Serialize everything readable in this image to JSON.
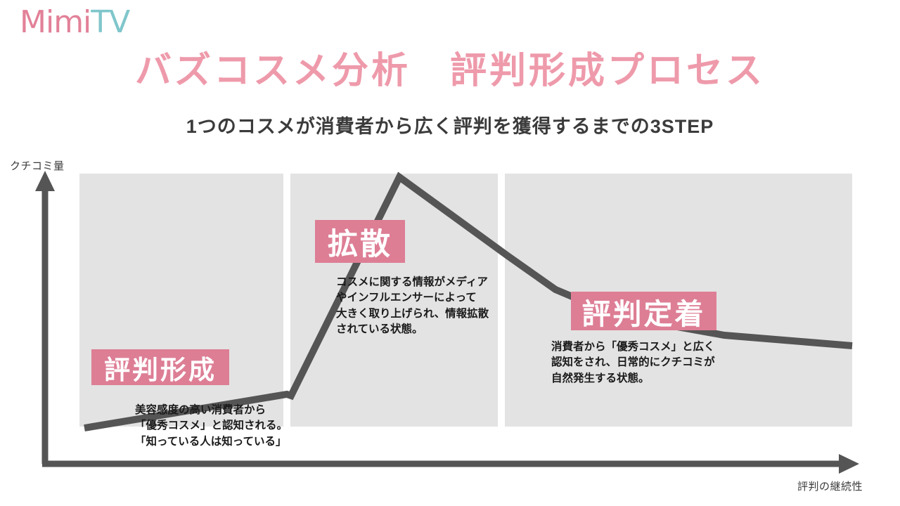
{
  "brand": {
    "logo_primary": "Mimi",
    "logo_secondary": "TV",
    "logo_primary_color": "#E28198",
    "logo_secondary_color": "#7FC6CB"
  },
  "header": {
    "title": "バズコスメ分析　評判形成プロセス",
    "subtitle": "1つのコスメが消費者から広く評判を獲得するまでの3STEP",
    "title_color": "#EE9AAB",
    "subtitle_color": "#3B3B3B"
  },
  "chart_data": {
    "type": "line",
    "title": "バズコスメ分析　評判形成プロセス",
    "xlabel": "評判の継続性",
    "ylabel": "クチコミ量",
    "grid": false,
    "legend": "none",
    "axis_style": "arrows",
    "line_color": "#555555",
    "panel_color": "#E3E3E3",
    "xlim": [
      0,
      100
    ],
    "ylim": [
      0,
      100
    ],
    "x": [
      0.6,
      27.0,
      27.3,
      41.4,
      61.6,
      83.5,
      100.0
    ],
    "y": [
      8.0,
      21.3,
      20.8,
      107.0,
      62.5,
      44.2,
      40.3
    ],
    "stage_bands": [
      {
        "label": "評判形成",
        "x_start": 0,
        "x_end": 26.4
      },
      {
        "label": "拡散",
        "x_start": 27.3,
        "x_end": 54.2
      },
      {
        "label": "評判定着",
        "x_start": 55.1,
        "x_end": 100.0
      }
    ]
  },
  "steps": [
    {
      "id": "step-1",
      "badge": "評判形成",
      "description": "美容感度の高い消費者から\n「優秀コスメ」と認知される。\n「知っている人は知っている」"
    },
    {
      "id": "step-2",
      "badge": "拡散",
      "description": "コスメに関する情報がメディア\nやインフルエンサーによって\n大きく取り上げられ、情報拡散\nされている状態。"
    },
    {
      "id": "step-3",
      "badge": "評判定着",
      "description": "消費者から「優秀コスメ」と広く\n認知をされ、日常的にクチコミが\n自然発生する状態。"
    }
  ],
  "colors": {
    "accent_pink": "#DD7E95",
    "title_pink": "#EE9AAB",
    "panel_gray": "#E3E3E3",
    "line_gray": "#555555",
    "text_dark": "#1A1A1A"
  }
}
